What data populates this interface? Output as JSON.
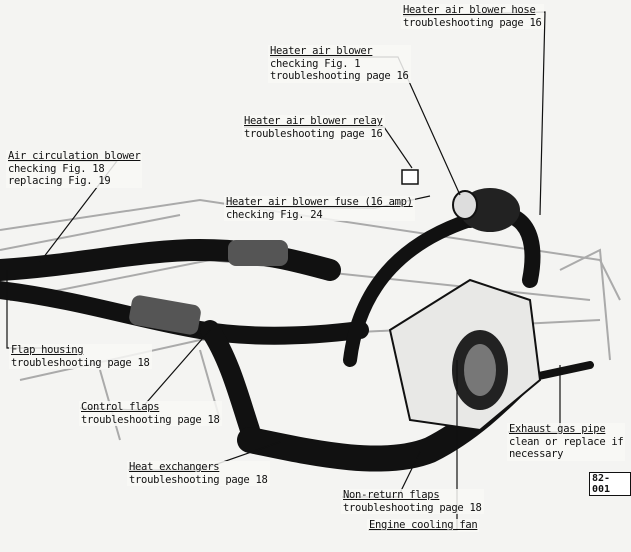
{
  "labels": {
    "blower_hose": {
      "title": "Heater air blower hose",
      "line1": "troubleshooting page 16"
    },
    "blower": {
      "title": "Heater air blower",
      "line1": "checking Fig. 1",
      "line2": "troubleshooting page 16"
    },
    "relay": {
      "title": "Heater air blower relay",
      "line1": "troubleshooting page 16"
    },
    "fuse": {
      "title": "Heater air blower fuse (16 amp)",
      "line1": "checking Fig. 24"
    },
    "air_circ": {
      "title": "Air circulation blower",
      "line1": "checking Fig. 18",
      "line2": "replacing Fig. 19"
    },
    "flap_housing": {
      "title": "Flap housing",
      "line1": "troubleshooting page 18"
    },
    "control_flaps": {
      "title": "Control flaps",
      "line1": "troubleshooting page 18"
    },
    "heat_exchangers": {
      "title": "Heat exchangers",
      "line1": "troubleshooting page 18"
    },
    "non_return": {
      "title": "Non-return flaps",
      "line1": "troubleshooting page 18"
    },
    "cooling_fan": {
      "title": "Engine cooling fan"
    },
    "exhaust": {
      "title": "Exhaust gas pipe",
      "line1": "clean or replace if",
      "line2": "necessary"
    }
  },
  "figure_id": "82-001"
}
